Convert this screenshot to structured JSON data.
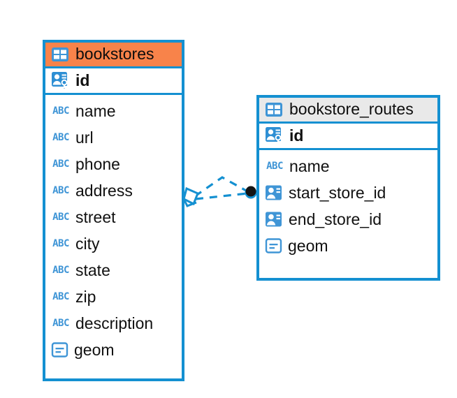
{
  "diagram": {
    "type": "entity-relationship-diagram",
    "background": "#ffffff",
    "colors": {
      "border": "#1490d1",
      "header_accent": "#f8834a",
      "header_neutral": "#e9e9e9",
      "icon_blue": "#3f95d6",
      "connector": "#1490d1",
      "endpoint_dot": "#111111"
    }
  },
  "entities": [
    {
      "name": "bookstores",
      "header_style": "accent",
      "table_icon": "table-icon",
      "primary_key": {
        "label": "id",
        "icon": "primary-key-icon"
      },
      "fields": [
        {
          "label": "name",
          "icon": "abc-icon",
          "type": "text"
        },
        {
          "label": "url",
          "icon": "abc-icon",
          "type": "text"
        },
        {
          "label": "phone",
          "icon": "abc-icon",
          "type": "text"
        },
        {
          "label": "address",
          "icon": "abc-icon",
          "type": "text"
        },
        {
          "label": "street",
          "icon": "abc-icon",
          "type": "text"
        },
        {
          "label": "city",
          "icon": "abc-icon",
          "type": "text"
        },
        {
          "label": "state",
          "icon": "abc-icon",
          "type": "text"
        },
        {
          "label": "zip",
          "icon": "abc-icon",
          "type": "text"
        },
        {
          "label": "description",
          "icon": "abc-icon",
          "type": "text"
        },
        {
          "label": "geom",
          "icon": "geometry-icon",
          "type": "geometry"
        }
      ]
    },
    {
      "name": "bookstore_routes",
      "header_style": "neutral",
      "table_icon": "table-icon",
      "primary_key": {
        "label": "id",
        "icon": "primary-key-icon"
      },
      "fields": [
        {
          "label": "name",
          "icon": "abc-icon",
          "type": "text"
        },
        {
          "label": "start_store_id",
          "icon": "foreign-key-icon",
          "type": "reference"
        },
        {
          "label": "end_store_id",
          "icon": "foreign-key-icon",
          "type": "reference"
        },
        {
          "label": "geom",
          "icon": "geometry-icon",
          "type": "geometry"
        }
      ]
    }
  ],
  "relationship": {
    "style": "dashed",
    "source_endpoint": "diamond-outline",
    "target_endpoint": "filled-dot"
  }
}
